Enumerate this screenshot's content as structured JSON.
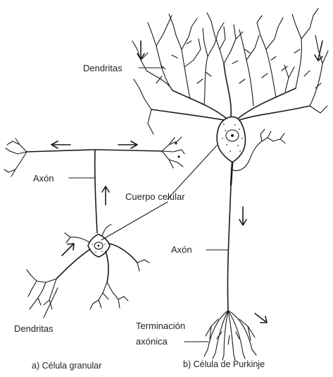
{
  "labels": {
    "dendritas_top": "Dendritas",
    "axon_left": "Axón",
    "cuerpo_celular": "Cuerpo celular",
    "axon_right": "Axón",
    "dendritas_bottom": "Dendritas",
    "terminacion_line1": "Terminación",
    "terminacion_line2": "axónica"
  },
  "captions": {
    "left": "a) Célula granular",
    "right": "b) Célula de Purkinje"
  }
}
